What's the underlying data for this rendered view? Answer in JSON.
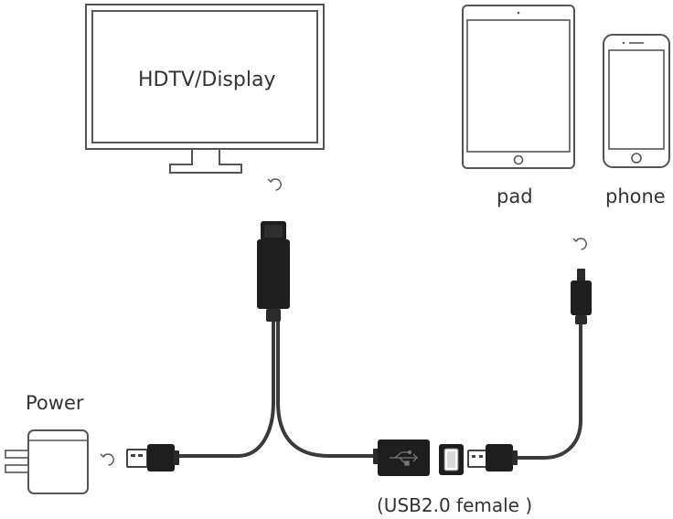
{
  "labels": {
    "display": "HDTV/Display",
    "pad": "pad",
    "phone": "phone",
    "power": "Power",
    "usb_female": "(USB2.0 female )"
  },
  "colors": {
    "outline": "#555555",
    "cable": "#3a3a3a",
    "plug": "#1e1e1e",
    "text": "#333333"
  },
  "icons": [
    "monitor-icon",
    "tablet-icon",
    "smartphone-icon",
    "power-adapter-icon",
    "rotate-icon"
  ]
}
